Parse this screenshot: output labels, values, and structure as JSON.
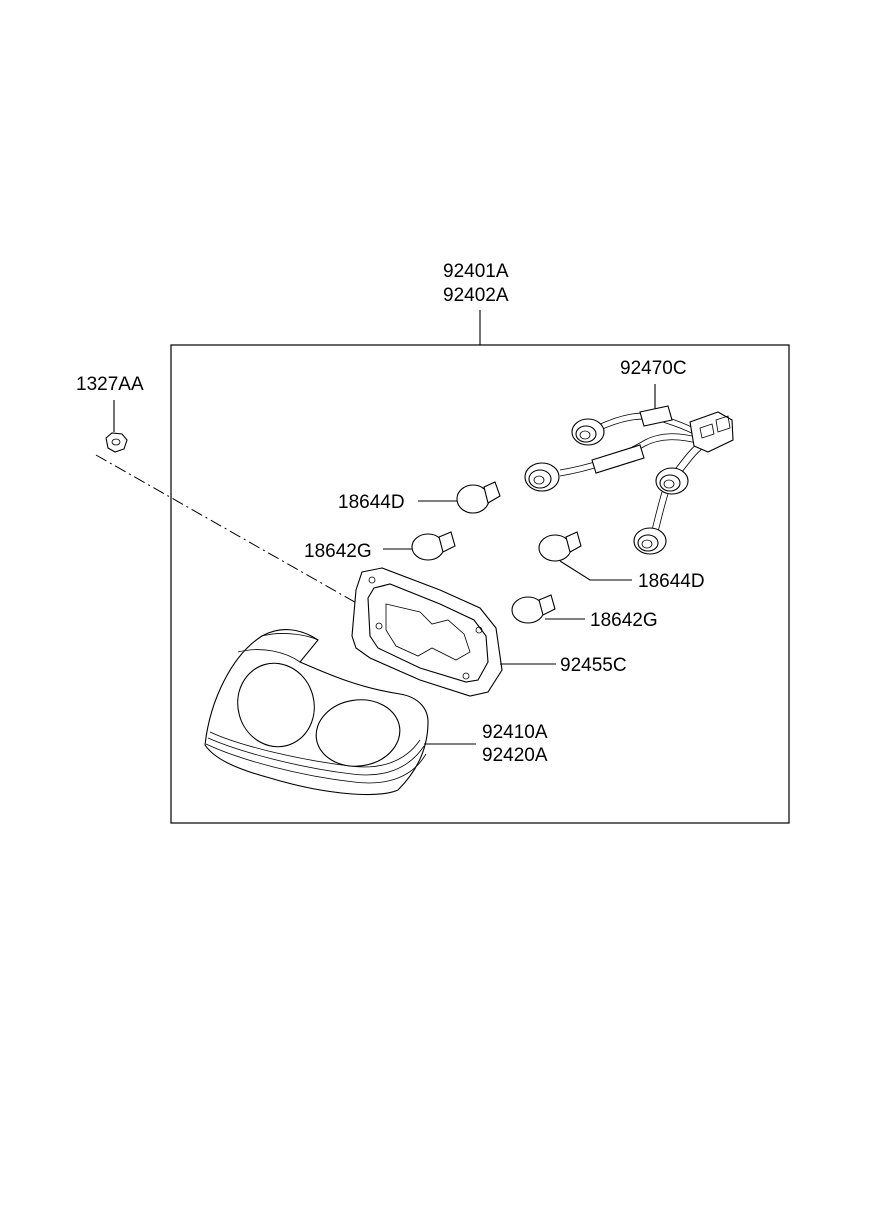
{
  "labels": {
    "assembly_1": "92401A",
    "assembly_2": "92402A",
    "nut": "1327AA",
    "harness": "92470C",
    "bulb_d_top": "18644D",
    "bulb_g_top": "18642G",
    "bulb_d_right": "18644D",
    "bulb_g_right": "18642G",
    "gasket": "92455C",
    "lens_1": "92410A",
    "lens_2": "92420A"
  }
}
